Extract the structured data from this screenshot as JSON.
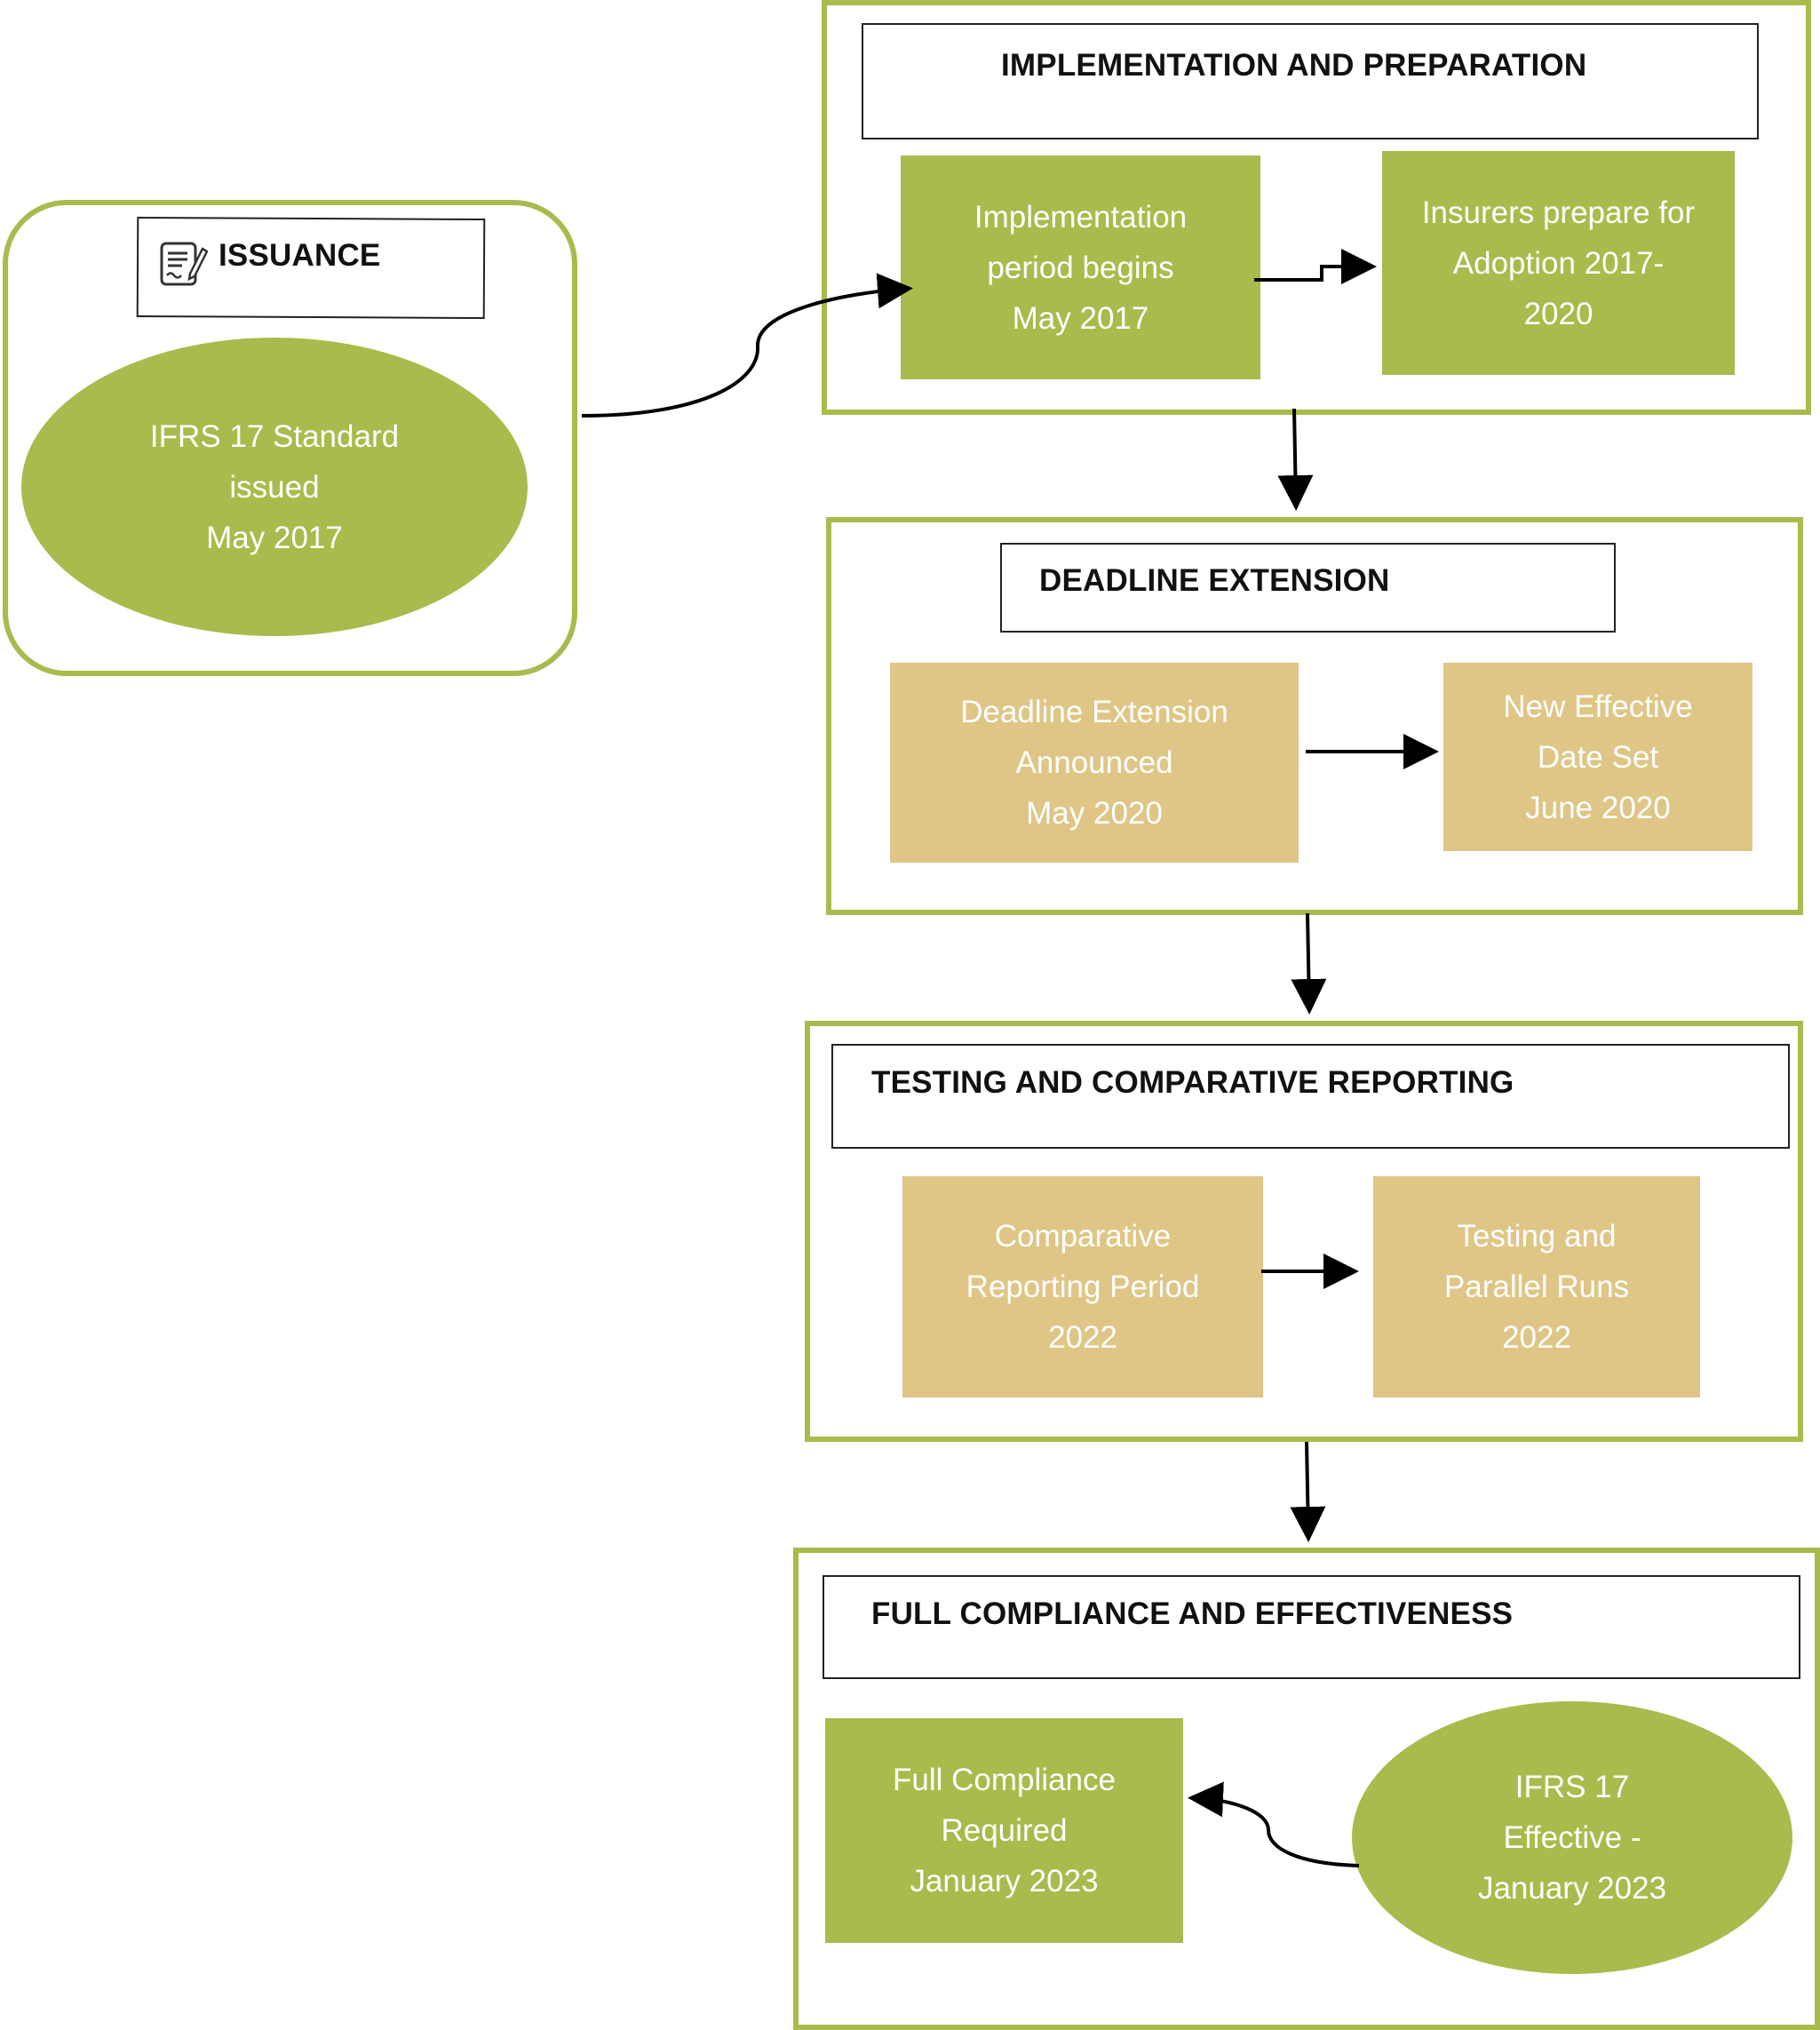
{
  "colors": {
    "green": "#a8bb4c",
    "tan": "#dfc686",
    "text_on_fill": "#ffffff",
    "title_text": "#111111"
  },
  "issuance": {
    "title": "ISSUANCE",
    "icon": "document-signature-icon",
    "node": {
      "line1": "IFRS 17 Standard",
      "line2": "issued",
      "line3": "May 2017"
    }
  },
  "implementation": {
    "title": "IMPLEMENTATION AND PREPARATION",
    "node1": {
      "line1": "Implementation",
      "line2": "period begins",
      "line3": "May 2017"
    },
    "node2": {
      "line1": "Insurers prepare for",
      "line2": "Adoption 2017-",
      "line3": "2020"
    }
  },
  "extension": {
    "title": "DEADLINE EXTENSION",
    "node1": {
      "line1": "Deadline Extension",
      "line2": "Announced",
      "line3": "May 2020"
    },
    "node2": {
      "line1": "New Effective",
      "line2": "Date Set",
      "line3": "June 2020"
    }
  },
  "testing": {
    "title": "TESTING AND COMPARATIVE REPORTING",
    "node1": {
      "line1": "Comparative",
      "line2": "Reporting Period",
      "line3": "2022"
    },
    "node2": {
      "line1": "Testing and",
      "line2": "Parallel Runs",
      "line3": "2022"
    }
  },
  "compliance": {
    "title": "FULL COMPLIANCE AND EFFECTIVENESS",
    "node1": {
      "line1": "Full Compliance",
      "line2": "Required",
      "line3": "January 2023"
    },
    "node2": {
      "line1": "IFRS 17",
      "line2": "Effective -",
      "line3": "January 2023"
    }
  }
}
